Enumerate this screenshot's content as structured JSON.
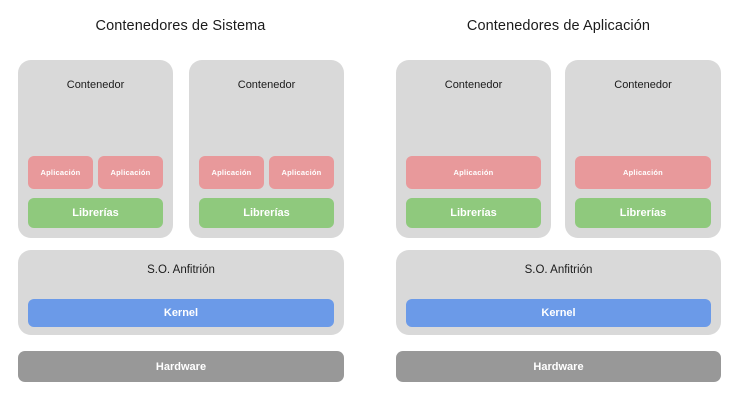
{
  "colors": {
    "background": "#ffffff",
    "shell_grey": "#d9d9d9",
    "app_red": "#e8999b",
    "lib_green": "#8fc97d",
    "kernel_blue": "#6b9ae8",
    "hardware_grey": "#989898",
    "text_dark": "#1b1b1b",
    "text_light": "#ffffff"
  },
  "labels": {
    "contenedor": "Contenedor",
    "aplicacion": "Aplicación",
    "librerias": "Librerías",
    "so_anfitrion": "S.O. Anfitrión",
    "kernel": "Kernel",
    "hardware": "Hardware"
  },
  "panels": [
    {
      "id": "system-containers",
      "title": "Contenedores de Sistema",
      "containers": [
        {
          "label": "Contenedor",
          "apps": [
            "Aplicación",
            "Aplicación"
          ],
          "libraries": "Librerías"
        },
        {
          "label": "Contenedor",
          "apps": [
            "Aplicación",
            "Aplicación"
          ],
          "libraries": "Librerías"
        }
      ],
      "host_os": {
        "label": "S.O. Anfitrión",
        "kernel": "Kernel"
      },
      "hardware": "Hardware"
    },
    {
      "id": "application-containers",
      "title": "Contenedores de Aplicación",
      "containers": [
        {
          "label": "Contenedor",
          "apps": [
            "Aplicación"
          ],
          "libraries": "Librerías"
        },
        {
          "label": "Contenedor",
          "apps": [
            "Aplicación"
          ],
          "libraries": "Librerías"
        }
      ],
      "host_os": {
        "label": "S.O. Anfitrión",
        "kernel": "Kernel"
      },
      "hardware": "Hardware"
    }
  ]
}
